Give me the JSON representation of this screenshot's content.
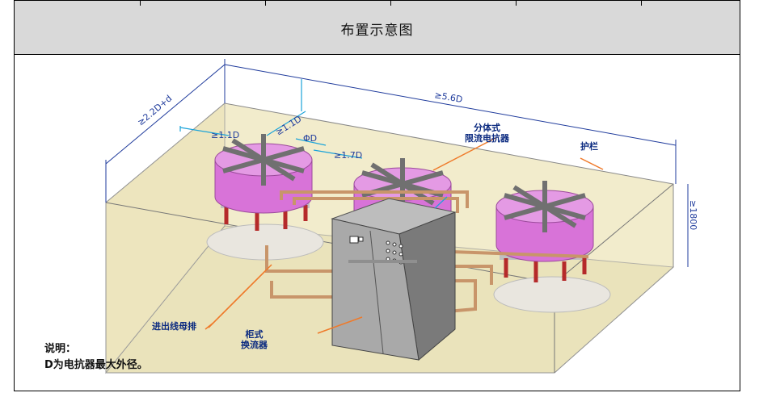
{
  "title": "布置示意图",
  "dimensions": {
    "overall_width": "≥2.2D+d",
    "length": "≥5.6D",
    "clear_1": "≥1.1D",
    "clear_2": "≥1.1D",
    "spacing": "≥1.7D",
    "diameter": "ΦD",
    "height": "≥1800"
  },
  "labels": {
    "reactor_line1": "分体式",
    "reactor_line2": "限流电抗器",
    "fence": "护栏",
    "busbar": "进出线母排",
    "converter_line1": "柜式",
    "converter_line2": "换流器"
  },
  "note": {
    "heading": "说明：",
    "text": "D为电抗器最大外径。"
  },
  "colors": {
    "header_bg": "#d9d9d9",
    "fence_fill": "#f2eccc",
    "reactor": "#d873d8",
    "dimension": "#1f3b9c",
    "leader": "#ef7a2a",
    "cabinet": "#a9a9a9"
  }
}
